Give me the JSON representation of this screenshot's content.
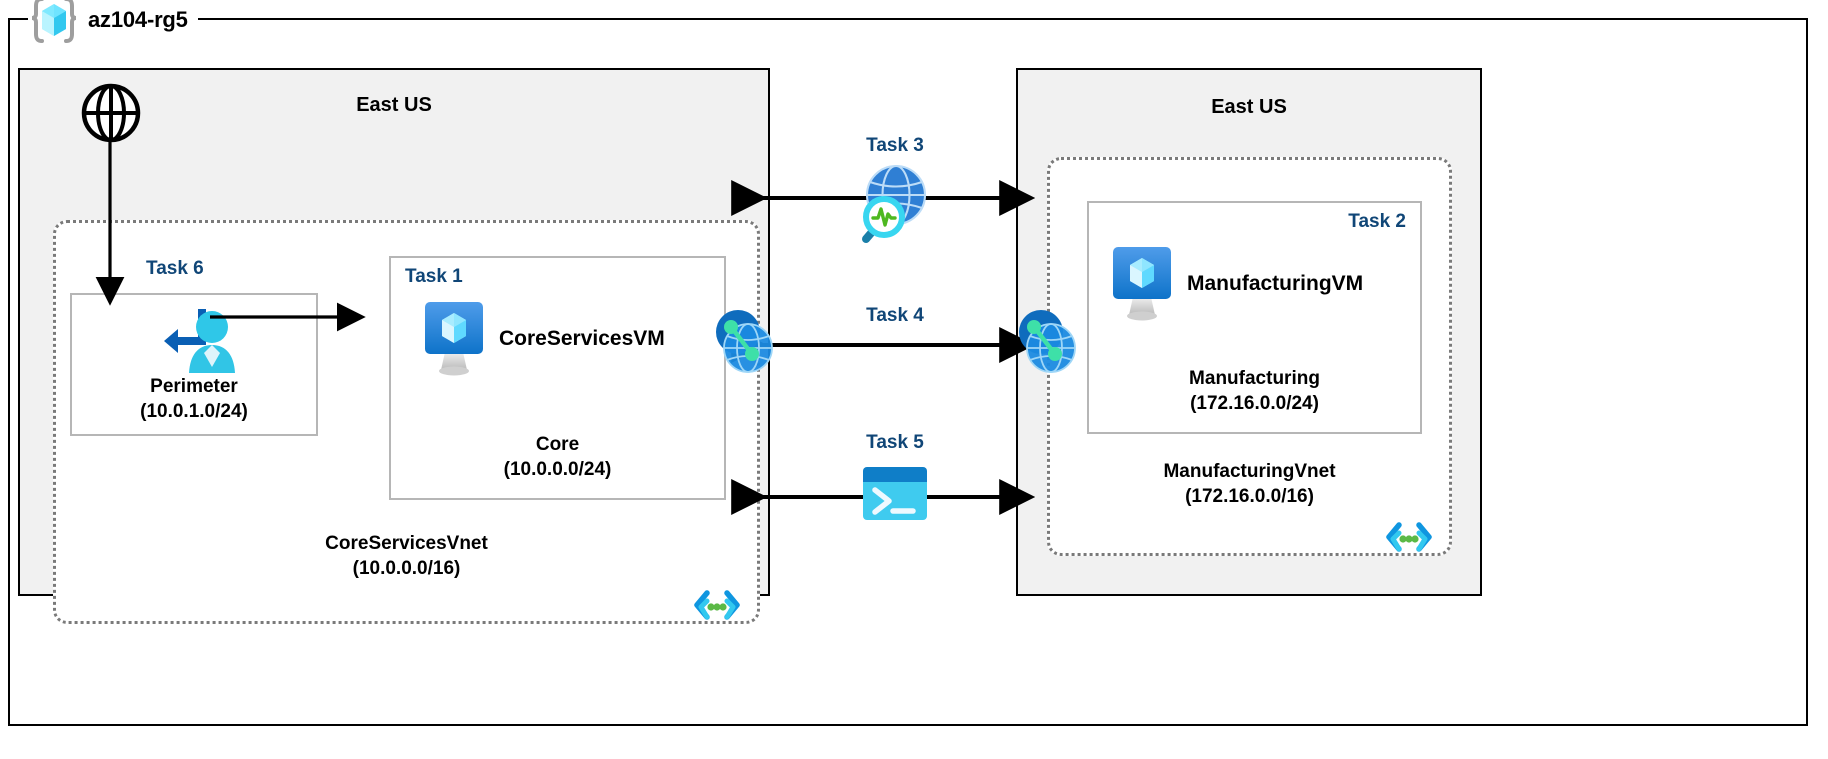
{
  "resource_group": {
    "name": "az104-rg5",
    "icon": "resource-group-cube-icon"
  },
  "regions": [
    {
      "id": "left",
      "title": "East US"
    },
    {
      "id": "right",
      "title": "East US"
    }
  ],
  "internet": {
    "icon": "globe-icon"
  },
  "vnets": [
    {
      "id": "core",
      "name": "CoreServicesVnet",
      "cidr": "(10.0.0.0/16)",
      "corner_icon": "virtual-network-icon"
    },
    {
      "id": "manufacturing",
      "name": "ManufacturingVnet",
      "cidr": "(172.16.0.0/16)",
      "corner_icon": "virtual-network-icon"
    }
  ],
  "subnets": [
    {
      "id": "perimeter",
      "task": "Task 6",
      "name": "Perimeter",
      "cidr": "(10.0.1.0/24)",
      "icon": "bastion-icon"
    },
    {
      "id": "core",
      "task": "Task 1",
      "name": "Core",
      "cidr": "(10.0.0.0/24)",
      "vm_name": "CoreServicesVM",
      "icon": "virtual-machine-icon"
    },
    {
      "id": "manufacturing",
      "task": "Task 2",
      "name": "Manufacturing",
      "cidr": "(172.16.0.0/24)",
      "vm_name": "ManufacturingVM",
      "icon": "virtual-machine-icon"
    }
  ],
  "connections": [
    {
      "id": "task3",
      "title": "Task 3",
      "icon": "network-watcher-icon"
    },
    {
      "id": "task4",
      "title": "Task 4",
      "icon": "vnet-peering-icon"
    },
    {
      "id": "task5",
      "title": "Task 5",
      "icon": "cloud-shell-terminal-icon"
    }
  ],
  "peering_icons": [
    {
      "id": "peering-left",
      "icon": "vnet-peering-icon"
    },
    {
      "id": "peering-right",
      "icon": "vnet-peering-icon"
    }
  ],
  "colors": {
    "task_label": "#104677",
    "region_fill": "#f1f1f1",
    "vnet_border": "#7a7a7a",
    "subnet_border": "#b6b6b6",
    "azure_blue": "#0078d4",
    "azure_cyan": "#50e6ff",
    "green_node": "#5bb946",
    "frame": "#000000"
  }
}
